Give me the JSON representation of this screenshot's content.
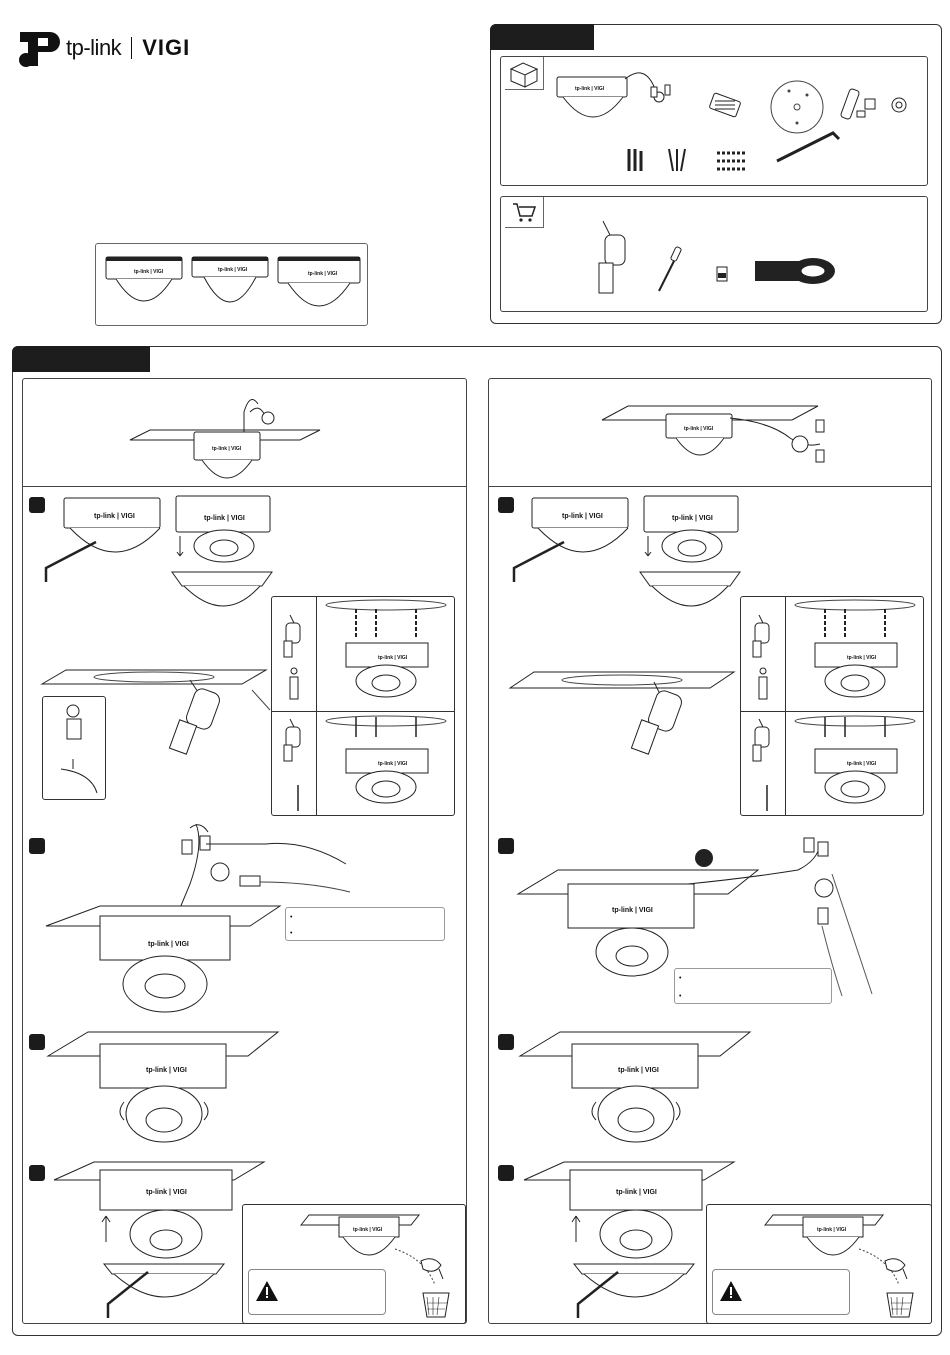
{
  "brand": {
    "name": "tp-link",
    "product_line": "VIGI"
  },
  "camera_label": {
    "name": "tp-link",
    "product_line": "VIGI"
  },
  "bullets": [
    "•",
    "•"
  ],
  "colors": {
    "tab": "#1d1d1d",
    "line": "#333333",
    "warning": "#111111"
  },
  "icons": {
    "package": "box-icon",
    "prepare": "cart-icon",
    "warning": "warning-triangle-icon",
    "trash": "trash-bin-icon"
  }
}
